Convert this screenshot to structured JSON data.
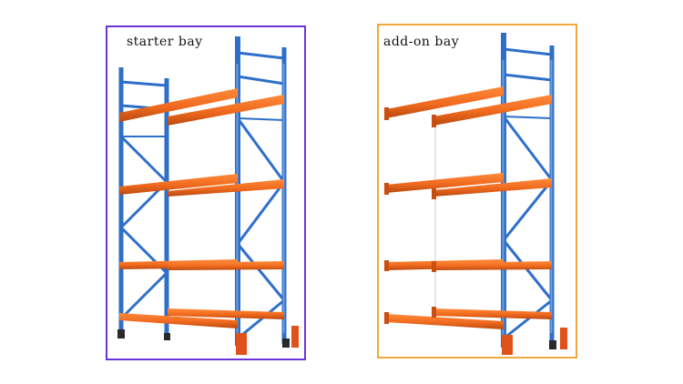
{
  "panels": [
    {
      "id": "starter",
      "caption": "starter bay",
      "border_color": "#6a35d6"
    },
    {
      "id": "addon",
      "caption": "add-on bay",
      "border_color": "#f0a83c"
    }
  ],
  "colors": {
    "upright": "#2f6fc8",
    "upright_dark": "#1f4f9c",
    "beam": "#f06a1e",
    "beam_dark": "#c94f10",
    "floor_plate": "#e0521a",
    "foot": "#2a2a2a"
  }
}
